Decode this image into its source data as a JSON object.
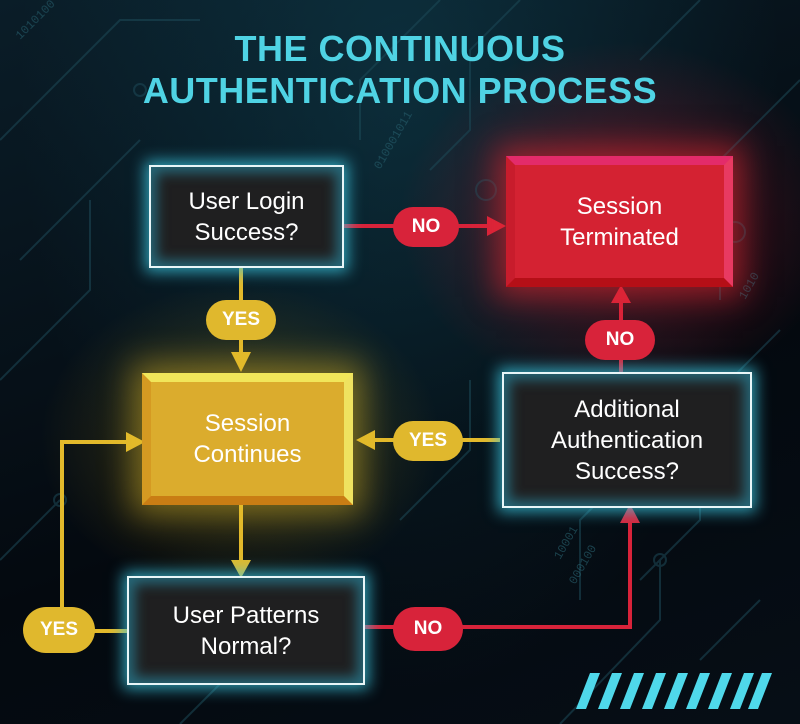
{
  "title": {
    "line1": "THE CONTINUOUS",
    "line2": "AUTHENTICATION PROCESS"
  },
  "colors": {
    "title": "#4fd3e4",
    "decision_glow": "#3cc8e1",
    "terminated": "#d42232",
    "continues": "#dbac2d",
    "yes_pill": "#e0b82d",
    "no_pill": "#d8233a",
    "accent_stripes": "#4fd8ea"
  },
  "nodes": {
    "login": {
      "line1": "User Login",
      "line2": "Success?"
    },
    "terminated": {
      "line1": "Session",
      "line2": "Terminated"
    },
    "continues": {
      "line1": "Session",
      "line2": "Continues"
    },
    "additional": {
      "line1": "Additional",
      "line2": "Authentication",
      "line3": "Success?"
    },
    "patterns": {
      "line1": "User Patterns",
      "line2": "Normal?"
    }
  },
  "edges": {
    "login_no": "NO",
    "login_yes": "YES",
    "additional_no": "NO",
    "additional_yes": "YES",
    "patterns_yes": "YES",
    "patterns_no": "NO"
  }
}
